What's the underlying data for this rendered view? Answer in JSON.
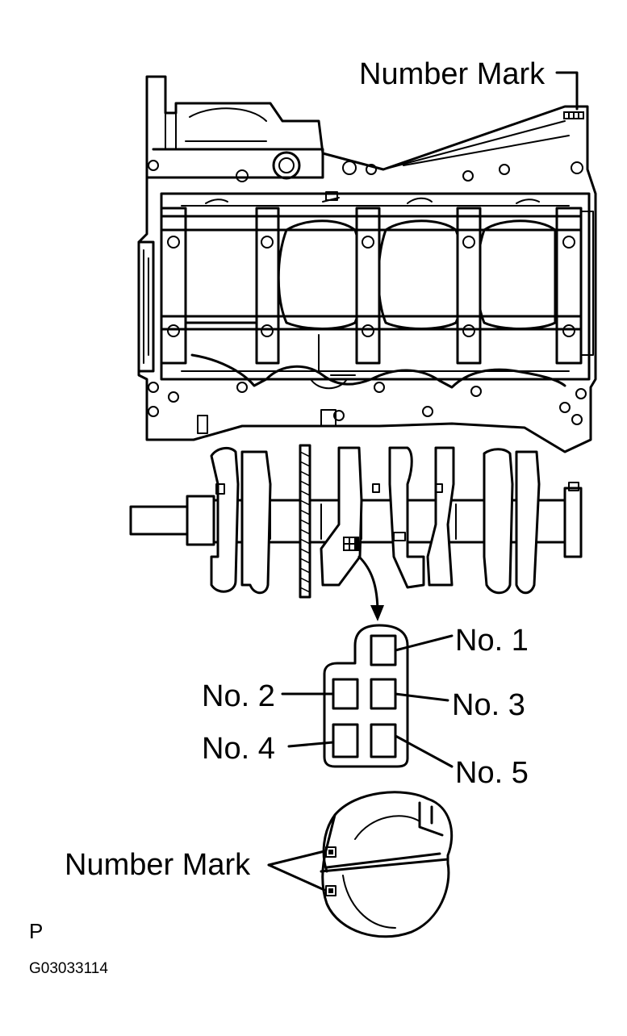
{
  "labels": {
    "number_mark_top": "Number Mark",
    "number_mark_bottom": "Number Mark",
    "no1": "No. 1",
    "no2": "No. 2",
    "no3": "No. 3",
    "no4": "No. 4",
    "no5": "No. 5",
    "view_letter": "P",
    "figure_code": "G03033114"
  }
}
